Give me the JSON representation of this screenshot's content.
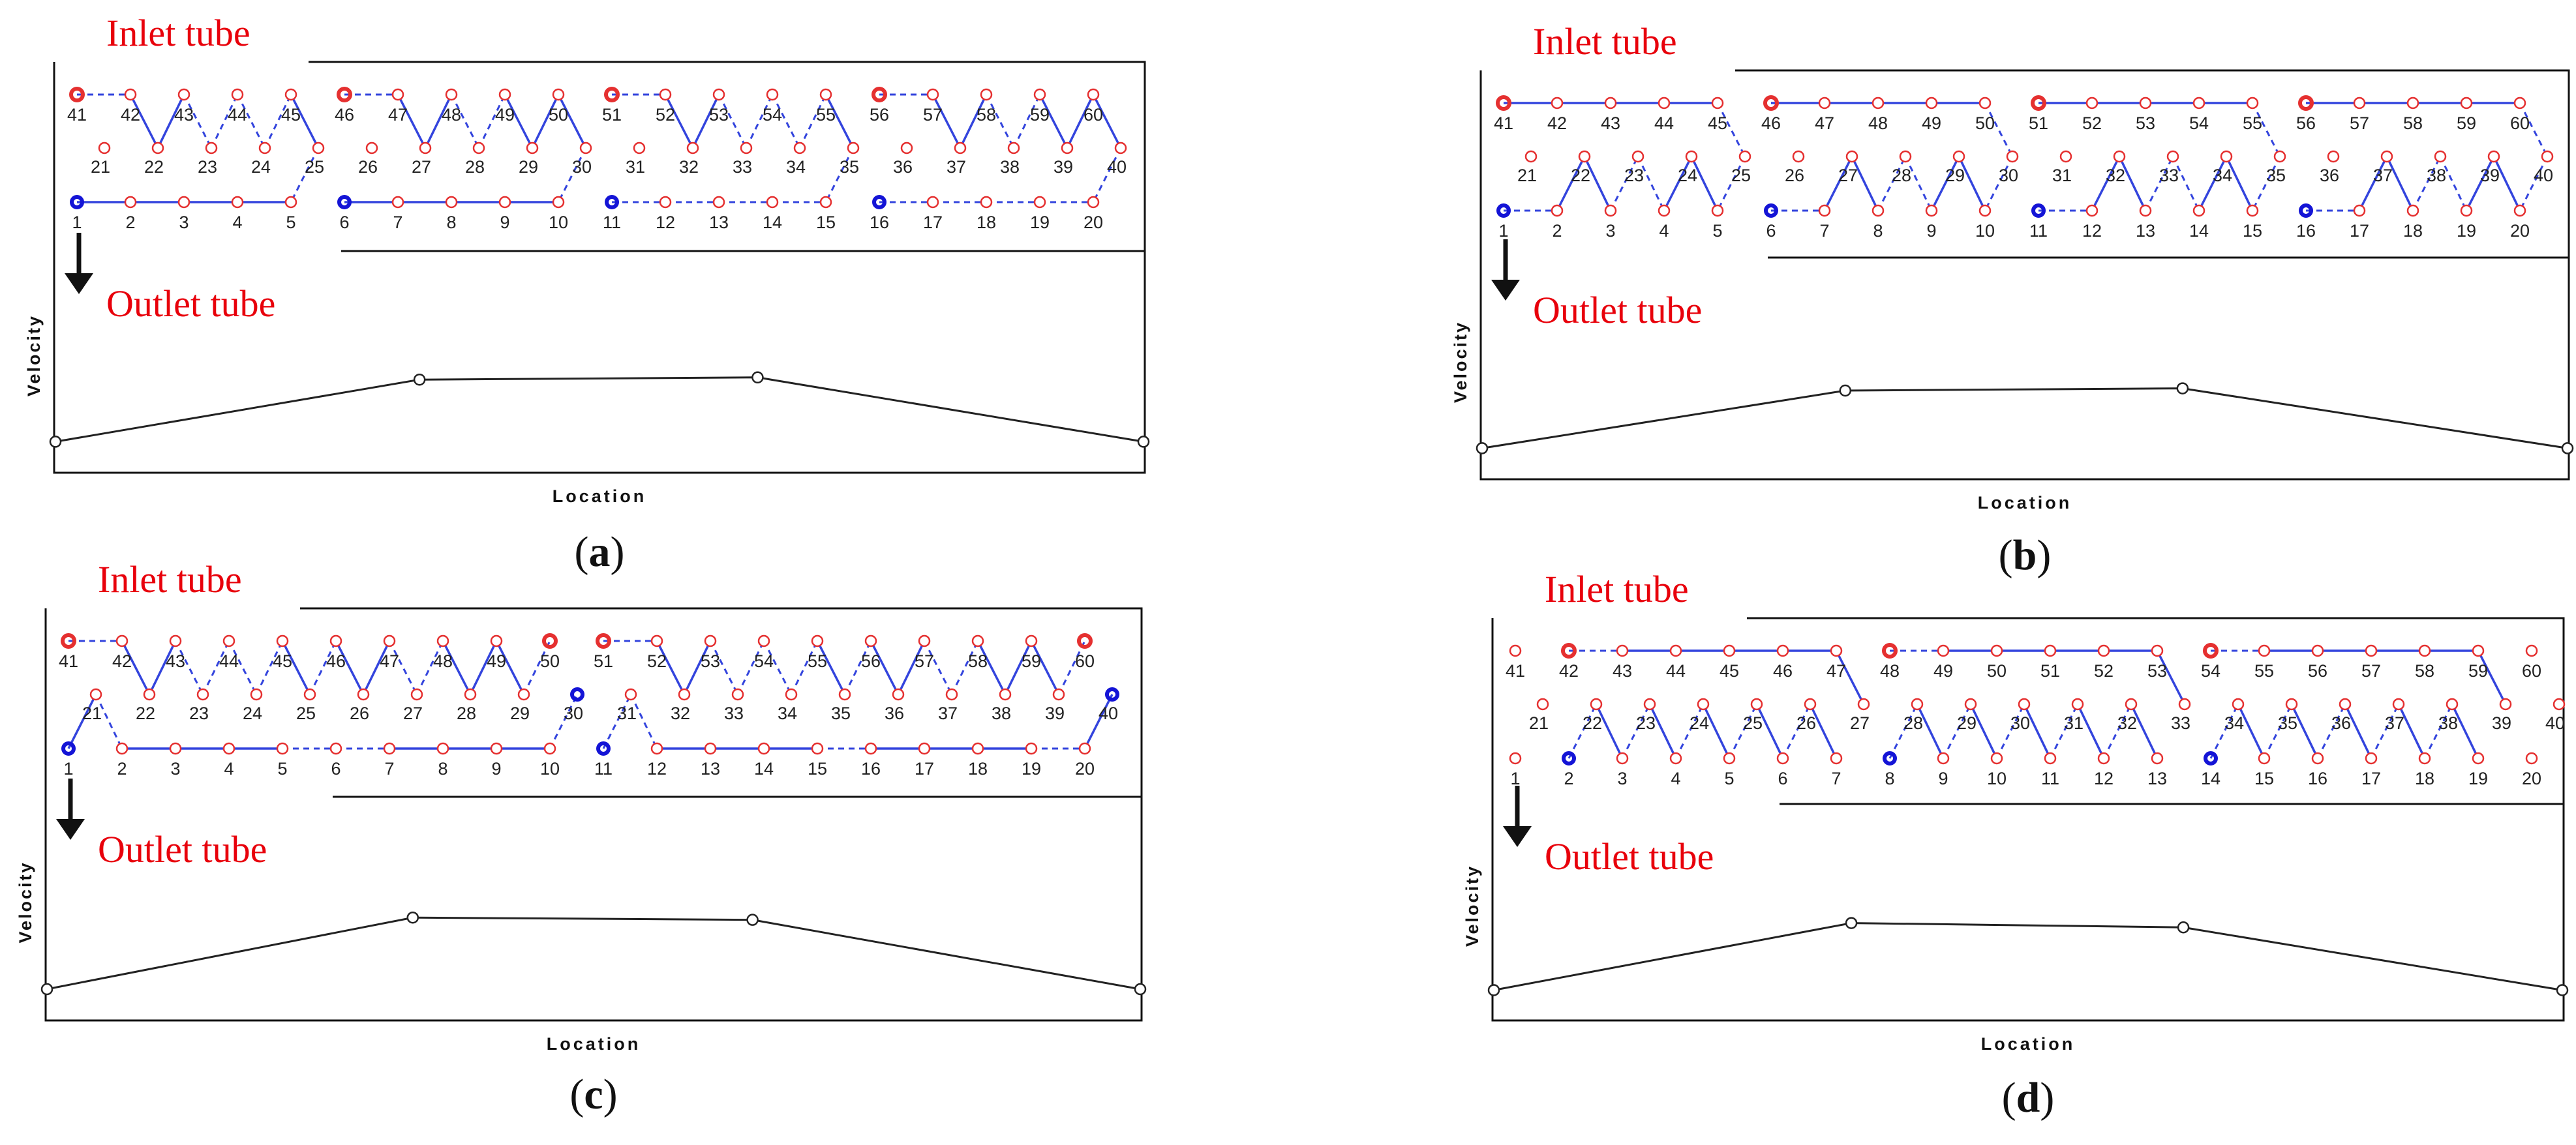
{
  "colors": {
    "inlet_text": "#e8000b",
    "tube_circle": "#e53030",
    "outlet_mark": "#1414d6",
    "flow_line": "#3344dd",
    "frame": "#111111",
    "velocity_curve": "#222222"
  },
  "labels": {
    "inlet": "Inlet tube",
    "outlet": "Outlet tube",
    "velocity_axis": "Velocity",
    "location_axis": "Location"
  },
  "panels": [
    {
      "id": "a",
      "caption_open": "(",
      "caption_letter": "a",
      "caption_close": ")",
      "inlet_tubes": [
        41,
        46,
        51,
        56
      ],
      "outlet_tubes": [
        1,
        6,
        11,
        16
      ],
      "mid_blue_tubes": [],
      "solid_path": [
        [
          42,
          22
        ],
        [
          22,
          43
        ],
        [
          45,
          25
        ],
        [
          47,
          27
        ],
        [
          27,
          48
        ],
        [
          49,
          29
        ],
        [
          29,
          50
        ],
        [
          50,
          30
        ],
        [
          52,
          32
        ],
        [
          32,
          53
        ],
        [
          55,
          35
        ],
        [
          57,
          37
        ],
        [
          37,
          58
        ],
        [
          59,
          39
        ],
        [
          39,
          60
        ],
        [
          60,
          40
        ],
        [
          1,
          2
        ],
        [
          2,
          3
        ],
        [
          3,
          4
        ],
        [
          4,
          5
        ],
        [
          6,
          7
        ],
        [
          7,
          8
        ],
        [
          8,
          9
        ],
        [
          9,
          10
        ]
      ],
      "dash_path": [
        [
          41,
          42
        ],
        [
          43,
          23
        ],
        [
          23,
          44
        ],
        [
          44,
          24
        ],
        [
          24,
          45
        ],
        [
          46,
          47
        ],
        [
          48,
          28
        ],
        [
          28,
          49
        ],
        [
          51,
          52
        ],
        [
          53,
          33
        ],
        [
          33,
          54
        ],
        [
          54,
          34
        ],
        [
          34,
          55
        ],
        [
          56,
          57
        ],
        [
          58,
          38
        ],
        [
          38,
          59
        ],
        [
          11,
          12
        ],
        [
          12,
          13
        ],
        [
          13,
          14
        ],
        [
          14,
          15
        ],
        [
          16,
          17
        ],
        [
          17,
          18
        ],
        [
          18,
          19
        ],
        [
          19,
          20
        ],
        [
          25,
          5
        ],
        [
          30,
          10
        ],
        [
          35,
          15
        ],
        [
          40,
          20
        ]
      ],
      "velocity_profile": [
        0.14,
        0.42,
        0.43,
        0.14
      ]
    },
    {
      "id": "b",
      "caption_open": "(",
      "caption_letter": "b",
      "caption_close": ")",
      "inlet_tubes": [
        41,
        46,
        51,
        56
      ],
      "outlet_tubes": [
        1,
        6,
        11,
        16
      ],
      "mid_blue_tubes": [],
      "solid_path": [
        [
          41,
          42
        ],
        [
          42,
          43
        ],
        [
          43,
          44
        ],
        [
          44,
          45
        ],
        [
          46,
          47
        ],
        [
          47,
          48
        ],
        [
          48,
          49
        ],
        [
          49,
          50
        ],
        [
          51,
          52
        ],
        [
          52,
          53
        ],
        [
          53,
          54
        ],
        [
          54,
          55
        ],
        [
          56,
          57
        ],
        [
          57,
          58
        ],
        [
          58,
          59
        ],
        [
          59,
          60
        ],
        [
          2,
          22
        ],
        [
          22,
          3
        ],
        [
          4,
          24
        ],
        [
          24,
          5
        ],
        [
          7,
          27
        ],
        [
          27,
          8
        ],
        [
          9,
          29
        ],
        [
          29,
          10
        ],
        [
          12,
          32
        ],
        [
          32,
          13
        ],
        [
          14,
          34
        ],
        [
          34,
          15
        ],
        [
          17,
          37
        ],
        [
          37,
          18
        ],
        [
          19,
          39
        ],
        [
          39,
          20
        ]
      ],
      "dash_path": [
        [
          45,
          25
        ],
        [
          50,
          30
        ],
        [
          55,
          35
        ],
        [
          60,
          40
        ],
        [
          1,
          2
        ],
        [
          3,
          23
        ],
        [
          23,
          4
        ],
        [
          6,
          7
        ],
        [
          8,
          28
        ],
        [
          28,
          9
        ],
        [
          11,
          12
        ],
        [
          13,
          33
        ],
        [
          33,
          14
        ],
        [
          16,
          17
        ],
        [
          18,
          38
        ],
        [
          38,
          19
        ],
        [
          25,
          5
        ],
        [
          30,
          10
        ],
        [
          35,
          15
        ],
        [
          40,
          20
        ]
      ],
      "velocity_profile": [
        0.14,
        0.4,
        0.41,
        0.14
      ]
    },
    {
      "id": "c",
      "caption_open": "(",
      "caption_letter": "c",
      "caption_close": ")",
      "inlet_tubes": [
        41,
        50,
        51,
        60
      ],
      "outlet_tubes": [
        1,
        11
      ],
      "mid_blue_tubes": [
        30,
        40
      ],
      "solid_path": [
        [
          42,
          22
        ],
        [
          22,
          43
        ],
        [
          45,
          25
        ],
        [
          46,
          26
        ],
        [
          26,
          47
        ],
        [
          48,
          28
        ],
        [
          28,
          49
        ],
        [
          49,
          29
        ],
        [
          52,
          32
        ],
        [
          32,
          53
        ],
        [
          55,
          35
        ],
        [
          56,
          36
        ],
        [
          36,
          57
        ],
        [
          58,
          38
        ],
        [
          38,
          59
        ],
        [
          59,
          39
        ],
        [
          1,
          21
        ],
        [
          2,
          3
        ],
        [
          3,
          4
        ],
        [
          4,
          5
        ],
        [
          7,
          8
        ],
        [
          8,
          9
        ],
        [
          9,
          10
        ],
        [
          12,
          13
        ],
        [
          13,
          14
        ],
        [
          14,
          15
        ],
        [
          16,
          17
        ],
        [
          17,
          18
        ],
        [
          18,
          19
        ],
        [
          20,
          40
        ]
      ],
      "dash_path": [
        [
          41,
          42
        ],
        [
          43,
          23
        ],
        [
          23,
          44
        ],
        [
          44,
          24
        ],
        [
          24,
          45
        ],
        [
          25,
          46
        ],
        [
          47,
          27
        ],
        [
          27,
          48
        ],
        [
          29,
          50
        ],
        [
          51,
          52
        ],
        [
          53,
          33
        ],
        [
          33,
          54
        ],
        [
          54,
          34
        ],
        [
          34,
          55
        ],
        [
          35,
          56
        ],
        [
          57,
          37
        ],
        [
          37,
          58
        ],
        [
          39,
          60
        ],
        [
          21,
          2
        ],
        [
          5,
          6
        ],
        [
          6,
          7
        ],
        [
          10,
          30
        ],
        [
          11,
          31
        ],
        [
          31,
          12
        ],
        [
          15,
          16
        ],
        [
          19,
          20
        ]
      ],
      "velocity_profile": [
        0.14,
        0.46,
        0.45,
        0.14
      ]
    },
    {
      "id": "d",
      "caption_open": "(",
      "caption_letter": "d",
      "caption_close": ")",
      "inlet_tubes": [
        42,
        48,
        54
      ],
      "outlet_tubes": [
        2,
        8,
        14
      ],
      "mid_blue_tubes": [],
      "solid_path": [
        [
          43,
          44
        ],
        [
          44,
          45
        ],
        [
          45,
          46
        ],
        [
          46,
          47
        ],
        [
          47,
          27
        ],
        [
          49,
          50
        ],
        [
          50,
          51
        ],
        [
          51,
          52
        ],
        [
          52,
          53
        ],
        [
          53,
          33
        ],
        [
          55,
          56
        ],
        [
          56,
          57
        ],
        [
          57,
          58
        ],
        [
          58,
          59
        ],
        [
          59,
          39
        ],
        [
          22,
          3
        ],
        [
          23,
          4
        ],
        [
          24,
          5
        ],
        [
          25,
          6
        ],
        [
          26,
          7
        ],
        [
          28,
          9
        ],
        [
          29,
          10
        ],
        [
          30,
          11
        ],
        [
          31,
          12
        ],
        [
          32,
          13
        ],
        [
          34,
          15
        ],
        [
          35,
          16
        ],
        [
          36,
          17
        ],
        [
          37,
          18
        ],
        [
          38,
          19
        ]
      ],
      "dash_path": [
        [
          42,
          43
        ],
        [
          48,
          49
        ],
        [
          54,
          55
        ],
        [
          2,
          22
        ],
        [
          3,
          23
        ],
        [
          4,
          24
        ],
        [
          5,
          25
        ],
        [
          6,
          26
        ],
        [
          8,
          28
        ],
        [
          9,
          29
        ],
        [
          10,
          30
        ],
        [
          11,
          31
        ],
        [
          12,
          32
        ],
        [
          14,
          34
        ],
        [
          15,
          35
        ],
        [
          16,
          36
        ],
        [
          17,
          37
        ],
        [
          18,
          38
        ]
      ],
      "velocity_profile": [
        0.14,
        0.45,
        0.43,
        0.14
      ]
    }
  ]
}
